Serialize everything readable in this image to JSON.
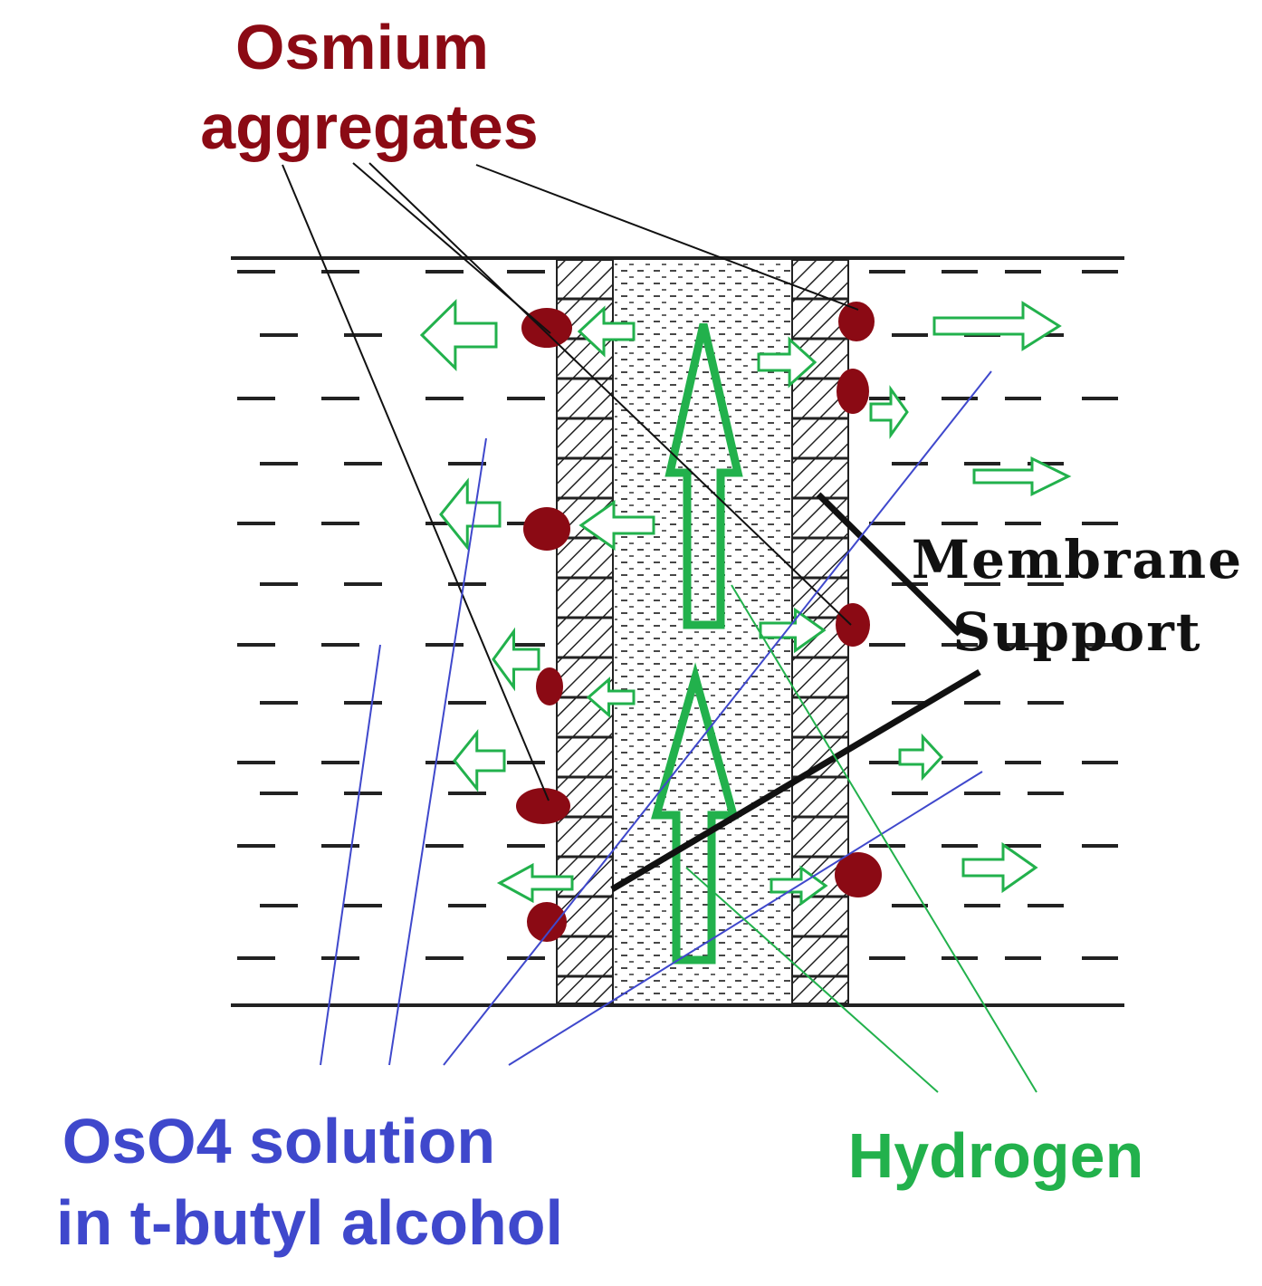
{
  "labels": {
    "osmium_line1": "Osmium",
    "osmium_line2": "aggregates",
    "membrane_line1": "Membrane",
    "membrane_line2": "Support",
    "oso4_line1": "OsO4 solution",
    "oso4_line2": "in t-butyl alcohol",
    "hydrogen": "Hydrogen"
  },
  "colors": {
    "osmium": "#8b0a14",
    "solution": "#3f48cc",
    "hydrogen": "#22b14c",
    "membrane": "#111111",
    "liquid_dash": "#222222"
  }
}
